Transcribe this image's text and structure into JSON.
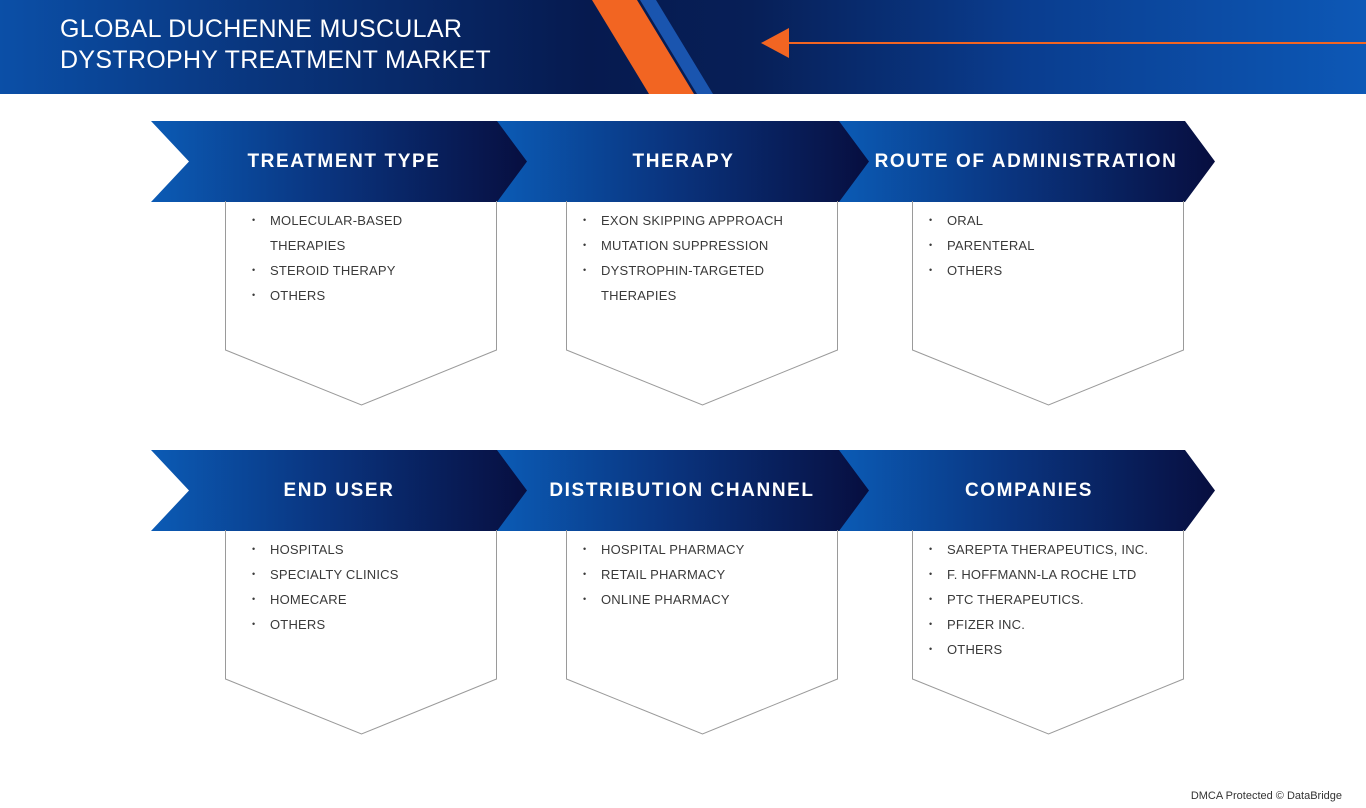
{
  "header": {
    "title_line1": "GLOBAL DUCHENNE MUSCULAR",
    "title_line2": "DYSTROPHY TREATMENT MARKET",
    "colors": {
      "banner_dark": "#061a4f",
      "banner_light": "#0d58b6",
      "accent": "#f26522"
    }
  },
  "colors": {
    "ribbon_start": "#0b5bb5",
    "ribbon_end": "#070e3f",
    "card_border": "#9a9a9a"
  },
  "segments": [
    {
      "title": "TREATMENT TYPE",
      "items": [
        "MOLECULAR-BASED THERAPIES",
        "STEROID THERAPY",
        "OTHERS"
      ]
    },
    {
      "title": "THERAPY",
      "items": [
        "EXON SKIPPING APPROACH",
        "MUTATION SUPPRESSION",
        "DYSTROPHIN-TARGETED THERAPIES"
      ]
    },
    {
      "title": "ROUTE OF ADMINISTRATION",
      "items": [
        "ORAL",
        "PARENTERAL",
        "OTHERS"
      ]
    },
    {
      "title": "END USER",
      "items": [
        "HOSPITALS",
        "SPECIALTY CLINICS",
        "HOMECARE",
        "OTHERS"
      ]
    },
    {
      "title": "DISTRIBUTION CHANNEL",
      "items": [
        "HOSPITAL PHARMACY",
        "RETAIL PHARMACY",
        "ONLINE PHARMACY"
      ]
    },
    {
      "title": "COMPANIES",
      "items": [
        "SAREPTA THERAPEUTICS, INC.",
        "F. HOFFMANN-LA ROCHE LTD",
        "PTC THERAPEUTICS.",
        "PFIZER INC.",
        "OTHERS"
      ]
    }
  ],
  "footer": {
    "text": "DMCA Protected © DataBridge"
  }
}
